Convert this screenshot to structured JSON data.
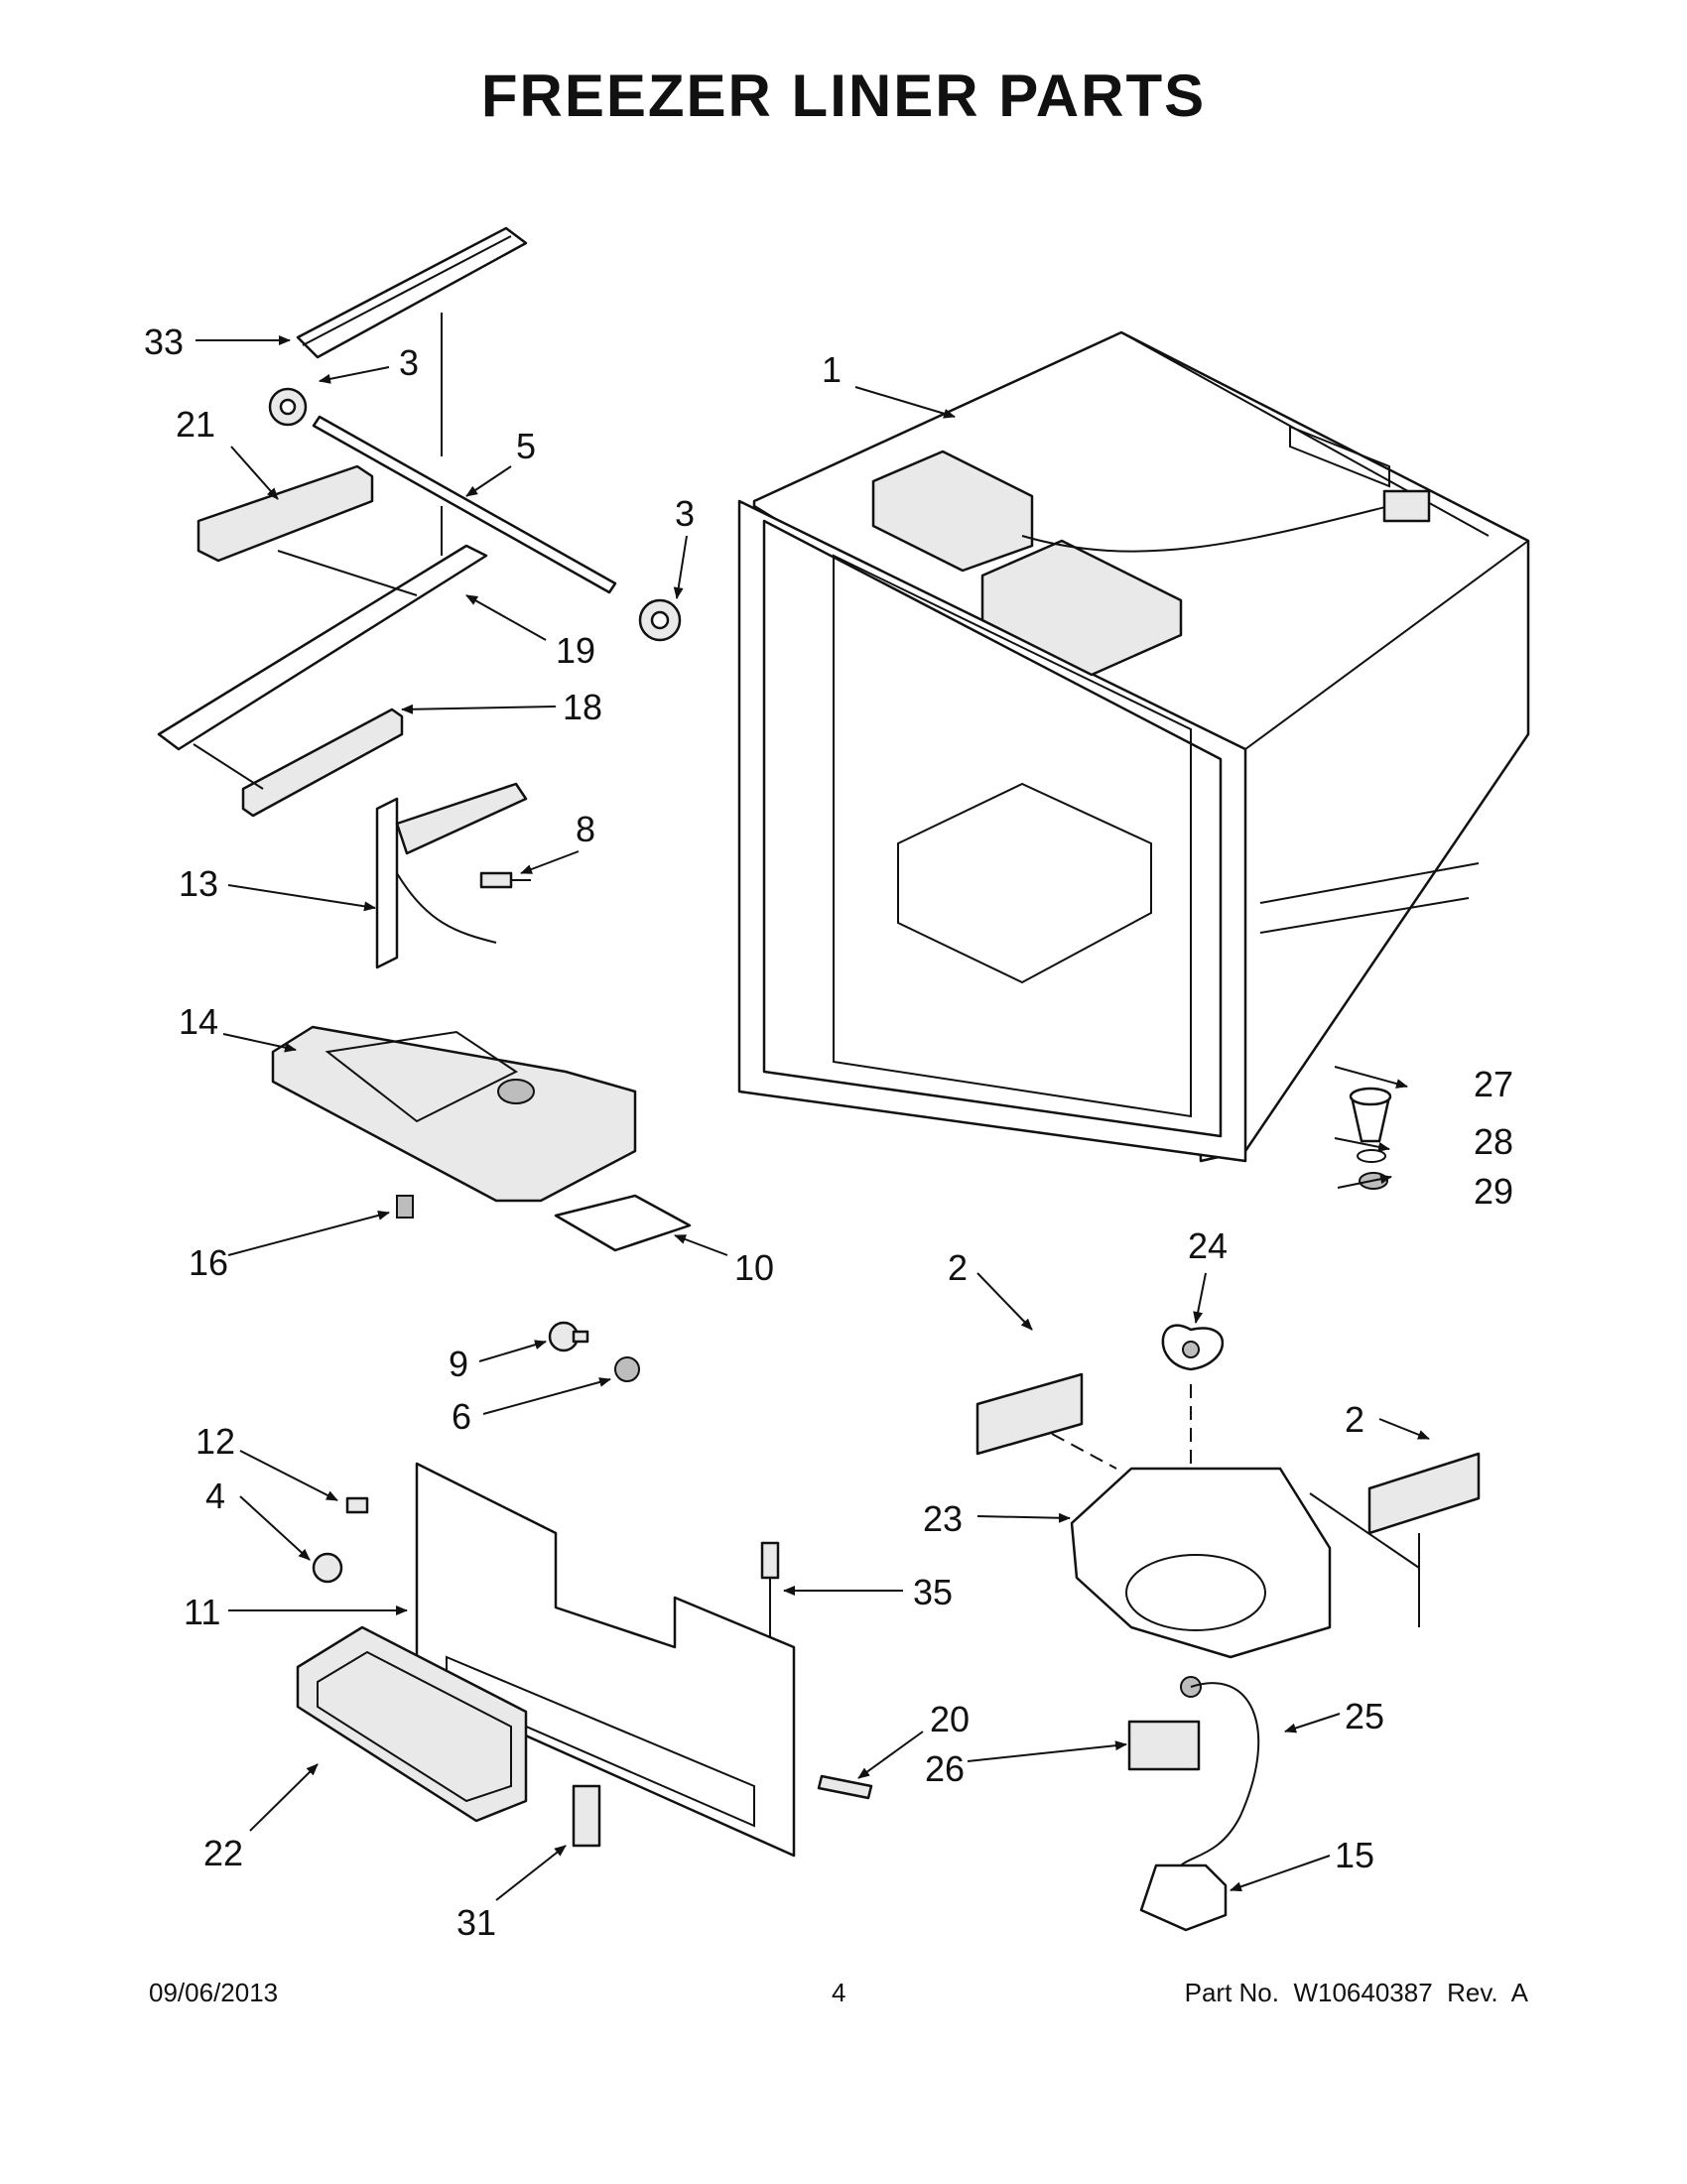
{
  "title": "FREEZER LINER PARTS",
  "footer": {
    "date": "09/06/2013",
    "page": "4",
    "part_number": "Part No.  W10640387  Rev.  A"
  },
  "callouts": {
    "c1": "1",
    "c2a": "2",
    "c2b": "2",
    "c3a": "3",
    "c3b": "3",
    "c4": "4",
    "c5": "5",
    "c6": "6",
    "c8": "8",
    "c9": "9",
    "c10": "10",
    "c11": "11",
    "c12": "12",
    "c13": "13",
    "c14": "14",
    "c15": "15",
    "c16": "16",
    "c18": "18",
    "c19": "19",
    "c20": "20",
    "c21": "21",
    "c22": "22",
    "c23": "23",
    "c24": "24",
    "c25": "25",
    "c26": "26",
    "c27": "27",
    "c28": "28",
    "c29": "29",
    "c31": "31",
    "c33": "33",
    "c35": "35"
  }
}
